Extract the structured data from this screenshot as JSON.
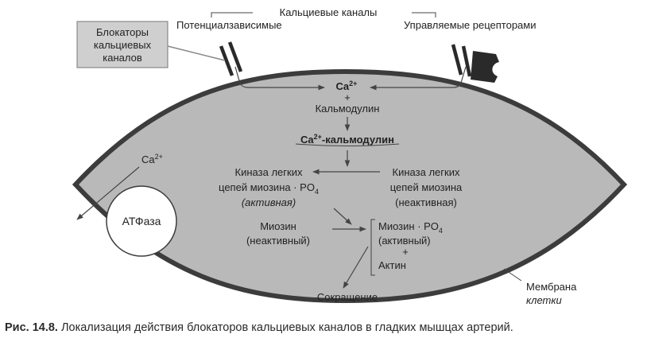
{
  "labels": {
    "calcium_channels": "Кальциевые каналы",
    "voltage_dependent": "Потенциалзависимые",
    "receptor_operated": "Управляемые рецепторами",
    "blockers": [
      "Блокаторы",
      "кальциевых",
      "каналов"
    ],
    "ca": "Ca",
    "ca_sup": "2+",
    "plus": "+",
    "calmodulin": "Кальмодулин",
    "ca_calmodulin_suffix": "-кальмодулин",
    "kinase_active": [
      "Киназа легких",
      "цепей миозина · PO",
      "4",
      "(активная)"
    ],
    "kinase_inactive": [
      "Киназа легких",
      "цепей миозина",
      "(неактивная)"
    ],
    "myosin_inactive": [
      "Миозин",
      "(неактивный)"
    ],
    "myosin_po4": [
      "Миозин · PO",
      "4",
      "(активный)"
    ],
    "actin": "Актин",
    "contraction": "Сокращение",
    "atpase": "АТФаза",
    "membrane": [
      "Мембрана",
      "клетки"
    ]
  },
  "caption": {
    "label": "Рис. 14.8.",
    "text": "Локализация действия блокаторов кальциевых каналов в гладких мышцах артерий."
  }
}
